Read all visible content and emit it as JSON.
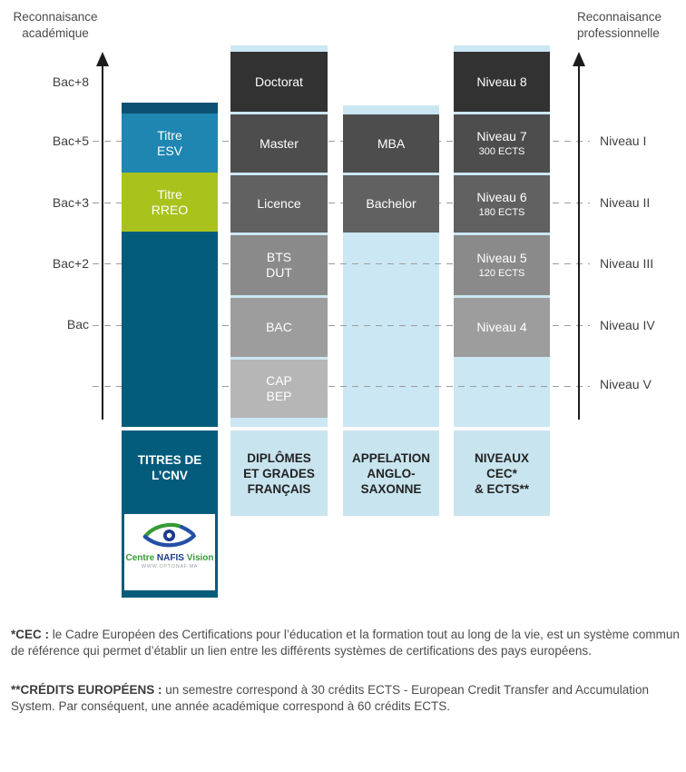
{
  "titles": {
    "left": "Reconnaisance\nacadémique",
    "right": "Reconnaisance\nprofessionnelle"
  },
  "left_axis": [
    "Bac+8",
    "Bac+5",
    "Bac+3",
    "Bac+2",
    "Bac"
  ],
  "right_axis": [
    "Niveau I",
    "Niveau II",
    "Niveau III",
    "Niveau IV",
    "Niveau V"
  ],
  "columns": {
    "cnv": {
      "header": "TITRES DE\nL’CNV",
      "esv": "Titre\nESV",
      "rreo": "Titre\nRREO"
    },
    "french": {
      "header": "DIPLÔMES\nET GRADES\nFRANÇAIS",
      "doctorat": "Doctorat",
      "master": "Master",
      "licence": "Licence",
      "bts_dut": "BTS\nDUT",
      "bac": "BAC",
      "cap_bep": "CAP\nBEP"
    },
    "anglo": {
      "header": "APPELATION\nANGLO-\nSAXONNE",
      "mba": "MBA",
      "bachelor": "Bachelor"
    },
    "cec": {
      "header": "NIVEAUX\nCEC*\n& ECTS**",
      "niveau8": "Niveau 8",
      "niveau7": "Niveau 7",
      "niveau7_ects": "300 ECTS",
      "niveau6": "Niveau 6",
      "niveau6_ects": "180 ECTS",
      "niveau5": "Niveau 5",
      "niveau5_ects": "120 ECTS",
      "niveau4": "Niveau 4"
    }
  },
  "logo": {
    "brand_prefix": "Centre ",
    "brand_name": "NAFIS",
    "brand_suffix": " Vision",
    "url": "WWW.OPTONAF.MA"
  },
  "footnotes": [
    {
      "lead": "*CEC :",
      "body": " le Cadre Européen des Certifications pour l’éducation et la formation tout au long de la vie, est un système commun de référence qui permet d’établir un lien entre les différents systèmes de certifications des pays européens."
    },
    {
      "lead": "**CRÉDITS EUROPÉENS :",
      "body": " un semestre correspond à 30 crédits ECTS - European Credit Transfer and Accumulation System. Par conséquent, une année académique correspond à 60 crédits ECTS."
    }
  ],
  "colors": {
    "cnv_dark": "#0c5173",
    "cnv_bar": "#045c7d",
    "esv_blue": "#1f86b2",
    "rreo_green": "#a9c31c",
    "level8": "#323232",
    "level7": "#4d4d4d",
    "level6": "#616161",
    "level5": "#8a8a8a",
    "level4": "#9d9d9d",
    "level3": "#b6b6b6",
    "column_bg": "#cbe7f3",
    "header_bg": "#c8e4ef",
    "dash": "#9c9c9c",
    "arrow": "#1c1c1c",
    "logo_green": "#399b35",
    "logo_navy": "#1c3a8f"
  }
}
